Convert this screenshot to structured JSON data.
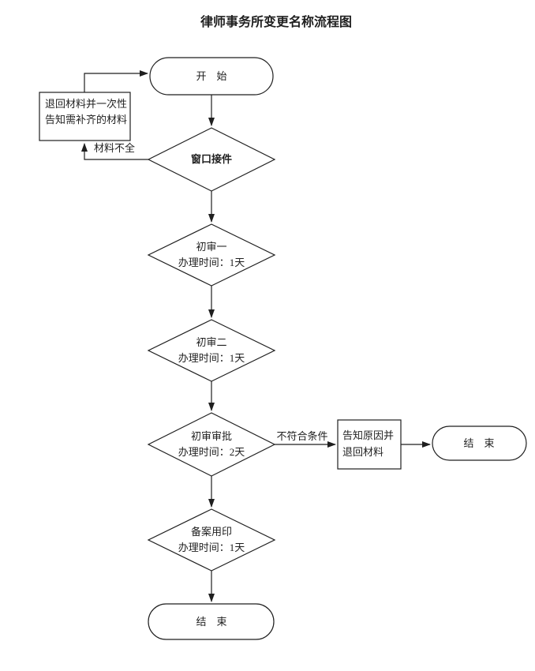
{
  "title": "律师事务所变更名称流程图",
  "colors": {
    "ink": "#1f1f1f",
    "background": "#ffffff"
  },
  "nodes": {
    "start": {
      "type": "terminator",
      "label": "开　始"
    },
    "return_box": {
      "type": "process",
      "line1": "退回材料并一次性",
      "line2": "告知需补齐的材料"
    },
    "window": {
      "type": "decision",
      "label": "窗口接件"
    },
    "review1": {
      "type": "decision",
      "line1": "初审一",
      "line2": "办理时间：1天"
    },
    "review2": {
      "type": "decision",
      "line1": "初审二",
      "line2": "办理时间：1天"
    },
    "approval": {
      "type": "decision",
      "line1": "初审审批",
      "line2": "办理时间：2天"
    },
    "notify_box": {
      "type": "process",
      "line1": "告知原因并",
      "line2": "退回材料"
    },
    "end_right": {
      "type": "terminator",
      "label": "结　束"
    },
    "seal": {
      "type": "decision",
      "line1": "备案用印",
      "line2": "办理时间：1天"
    },
    "end_bottom": {
      "type": "terminator",
      "label": "结　束"
    }
  },
  "edge_labels": {
    "incomplete": "材料不全",
    "not_qualified": "不符合条件"
  }
}
